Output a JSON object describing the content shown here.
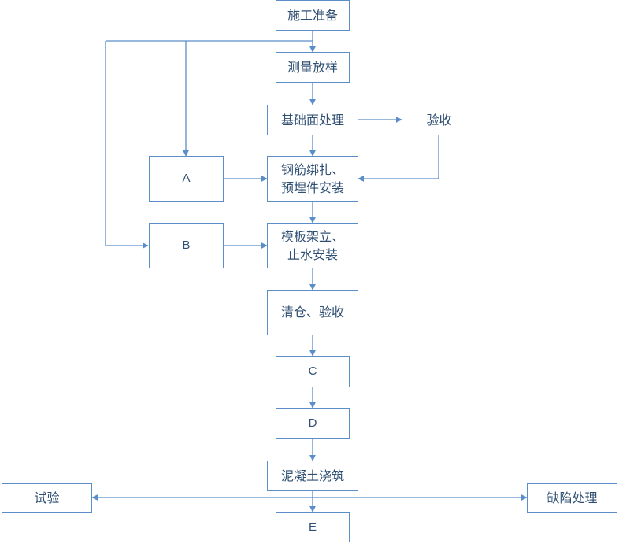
{
  "colors": {
    "line": "#5b8ec9",
    "text": "#2f4f73",
    "background": "#ffffff"
  },
  "nodes": {
    "prep": "施工准备",
    "survey": "测量放样",
    "base": "基础面处理",
    "accept1": "验收",
    "a": "A",
    "rebar": [
      "钢筋绑扎、",
      "预埋件安装"
    ],
    "b": "B",
    "formwork": [
      "模板架立、",
      "止水安装"
    ],
    "clean": "清仓、验收",
    "c": "C",
    "d": "D",
    "pour": "泥凝土浇筑",
    "test": "试验",
    "defect": "缺陷处理",
    "e": "E"
  }
}
